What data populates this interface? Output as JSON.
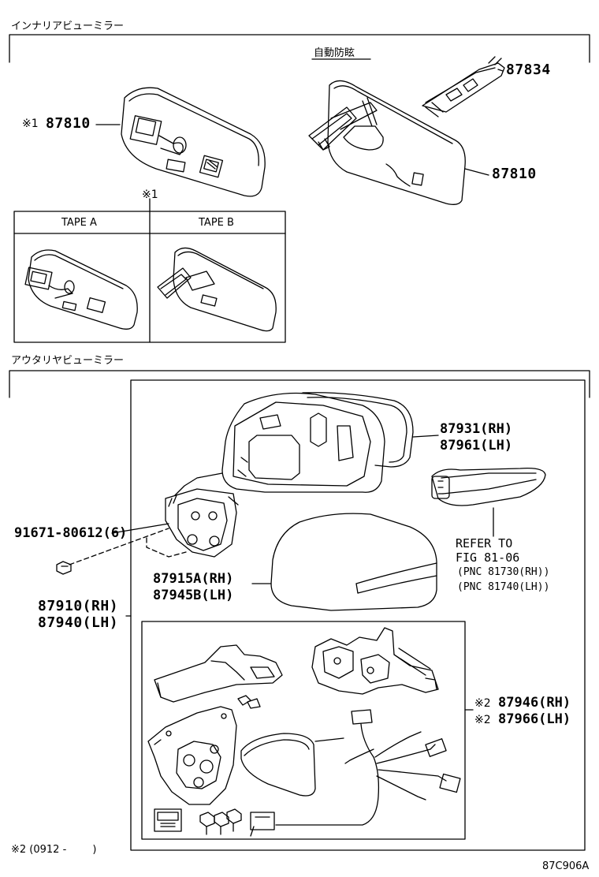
{
  "sections": {
    "interior": {
      "title": "インナリアビューミラー",
      "subtitle": "自動防眩"
    },
    "exterior": {
      "title": "アウタリヤビューミラー"
    }
  },
  "interior": {
    "mirror_left": {
      "marker": "※1",
      "part": "87810"
    },
    "mirror_right": {
      "part": "87810"
    },
    "bracket": {
      "part": "87834"
    },
    "note_marker": "※1",
    "tape_table": {
      "col_a": "TAPE A",
      "col_b": "TAPE B"
    }
  },
  "exterior": {
    "cover": {
      "rh": "87931(RH)",
      "lh": "87961(LH)"
    },
    "screw": {
      "part": "91671-80612(6)"
    },
    "signal_ref": {
      "line1": "REFER TO",
      "line2": "FIG 81-06",
      "line3": "(PNC 81730(RH))",
      "line4": "(PNC 81740(LH))"
    },
    "cap": {
      "rh": "87915A(RH)",
      "lh": "87945B(LH)"
    },
    "assembly": {
      "rh": "87910(RH)",
      "lh": "87940(LH)"
    },
    "subassembly": {
      "marker_rh": "※2",
      "rh": "87946(RH)",
      "marker_lh": "※2",
      "lh": "87966(LH)"
    }
  },
  "footnote": "※2 (0912 -        )",
  "figure_code": "87C906A"
}
